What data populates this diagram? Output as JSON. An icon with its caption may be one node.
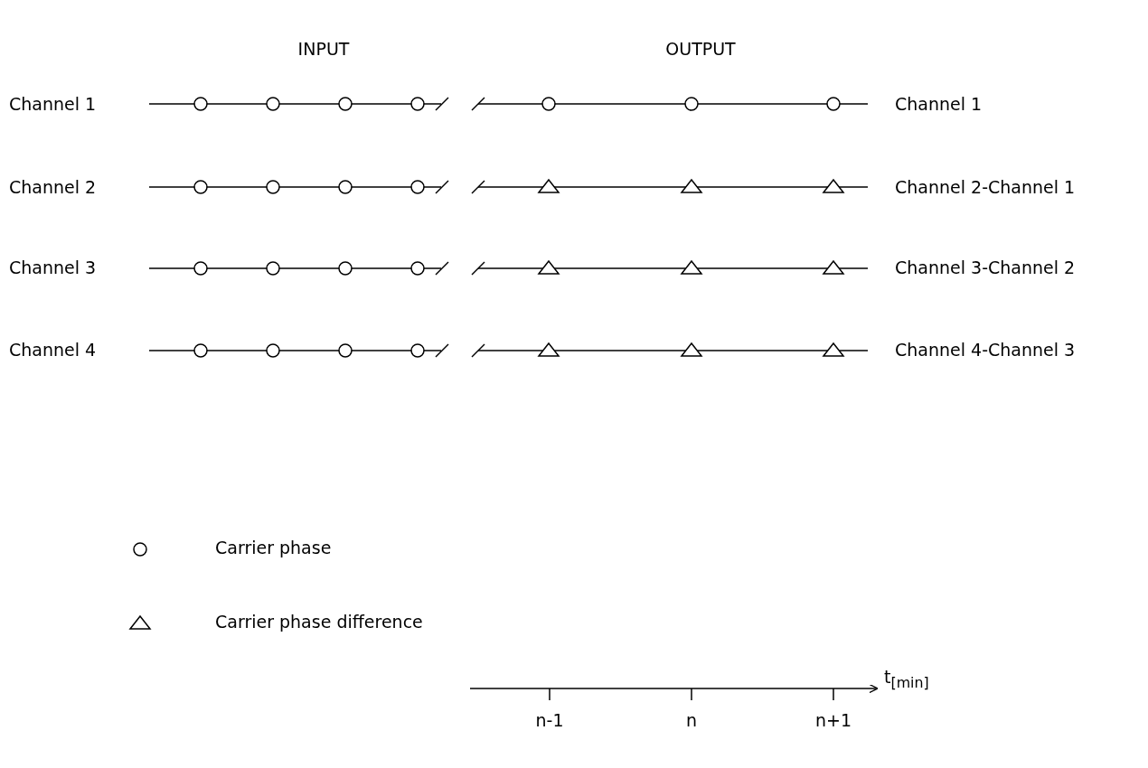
{
  "diagram": {
    "labels": [
      "INPUT",
      "OUTPUT",
      "Channel 1",
      "Channel 1",
      "Channel 2",
      "Channel 2-Channel 1",
      "Channel 3",
      "Channel 3-Channel 2",
      "Channel 4",
      "Channel 4-Channel 3",
      "t$_{[min]}$",
      "n-1",
      "n",
      "n+1"
    ],
    "legend": [
      {
        "text": "Carrier phase"
      },
      {
        "text": "Carrier phase difference"
      }
    ]
  }
}
